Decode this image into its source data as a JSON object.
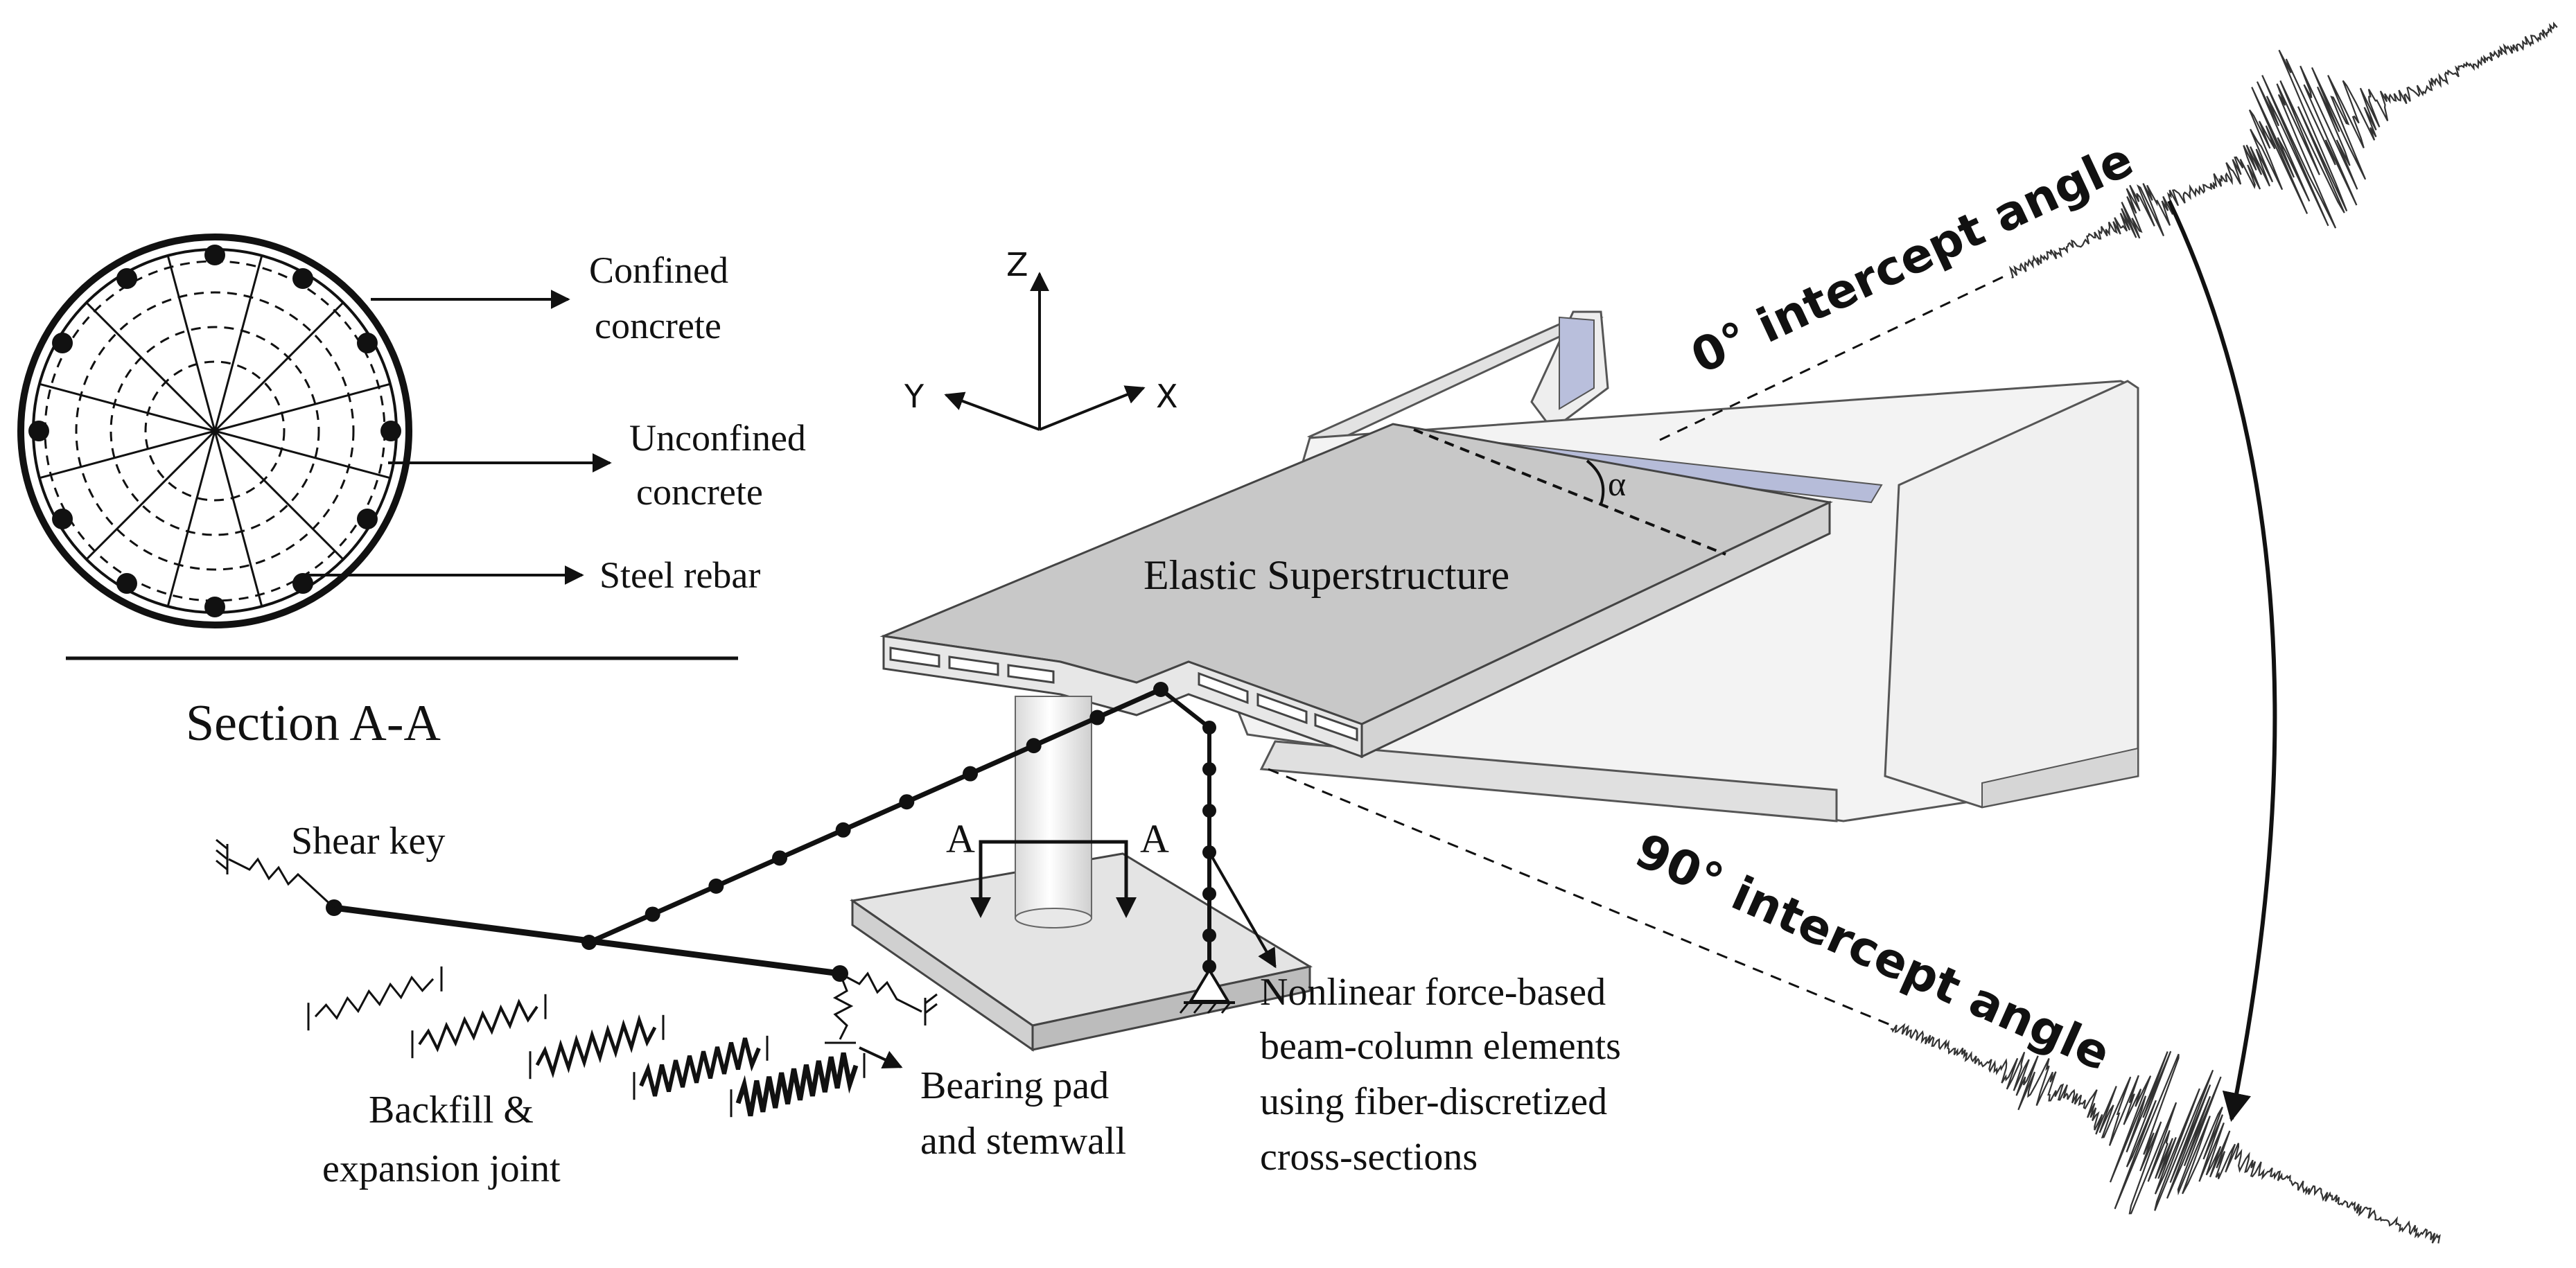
{
  "section": {
    "callouts": [
      {
        "line1": "Confined",
        "line2": "concrete"
      },
      {
        "line1": "Unconfined",
        "line2": "concrete"
      },
      {
        "line1": "Steel rebar",
        "line2": ""
      }
    ],
    "title": "Section A-A"
  },
  "axes": {
    "z": "Z",
    "y": "Y",
    "x": "X"
  },
  "superstructure": {
    "label": "Elastic Superstructure",
    "skew_symbol": "α",
    "section_marker_left": "A",
    "section_marker_right": "A"
  },
  "model_labels": {
    "shear_key": "Shear key",
    "backfill": {
      "line1": "Backfill &",
      "line2": "expansion joint"
    },
    "bearing": {
      "line1": "Bearing pad",
      "line2": "and stemwall"
    },
    "nonlinear": {
      "line1": "Nonlinear force-based",
      "line2": "beam-column elements",
      "line3": "using fiber-discretized",
      "line4": "cross-sections"
    }
  },
  "ground_motion": {
    "label_0": "0° intercept angle",
    "label_90": "90° intercept angle"
  },
  "colors": {
    "ink": "#111111",
    "deck_top": "#c9c9c9",
    "deck_side": "#e6e6e6",
    "abutment": "#f1f1f1",
    "skew_band": "#b6bcd9"
  }
}
